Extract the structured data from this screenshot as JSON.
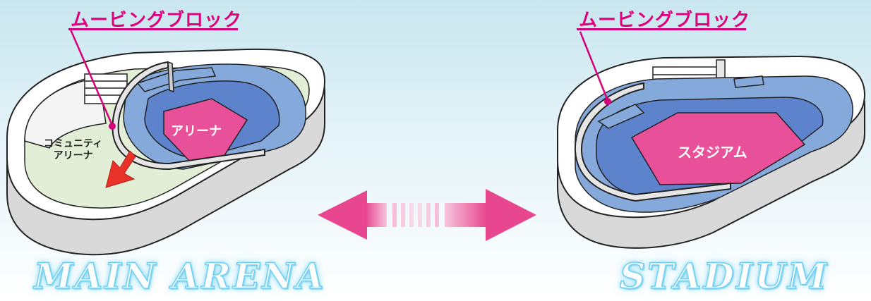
{
  "left_diagram": {
    "callout_label": "ムービングブロック",
    "arena_label": "アリーナ",
    "community_label_line1": "コミュニティ",
    "community_label_line2": "アリーナ",
    "mode_title": "MAIN ARENA"
  },
  "right_diagram": {
    "callout_label": "ムービングブロック",
    "stadium_label": "スタジアム",
    "mode_title": "STADIUM"
  },
  "colors": {
    "accent": "#e0007e",
    "field_pink": "#e8509a",
    "seat_blue_light": "#86a9dc",
    "seat_blue_mid": "#5d83cc",
    "seat_blue_dark": "#3f5fae",
    "community_green": "#e2efd6",
    "title_glow": "#7fd6f5"
  }
}
